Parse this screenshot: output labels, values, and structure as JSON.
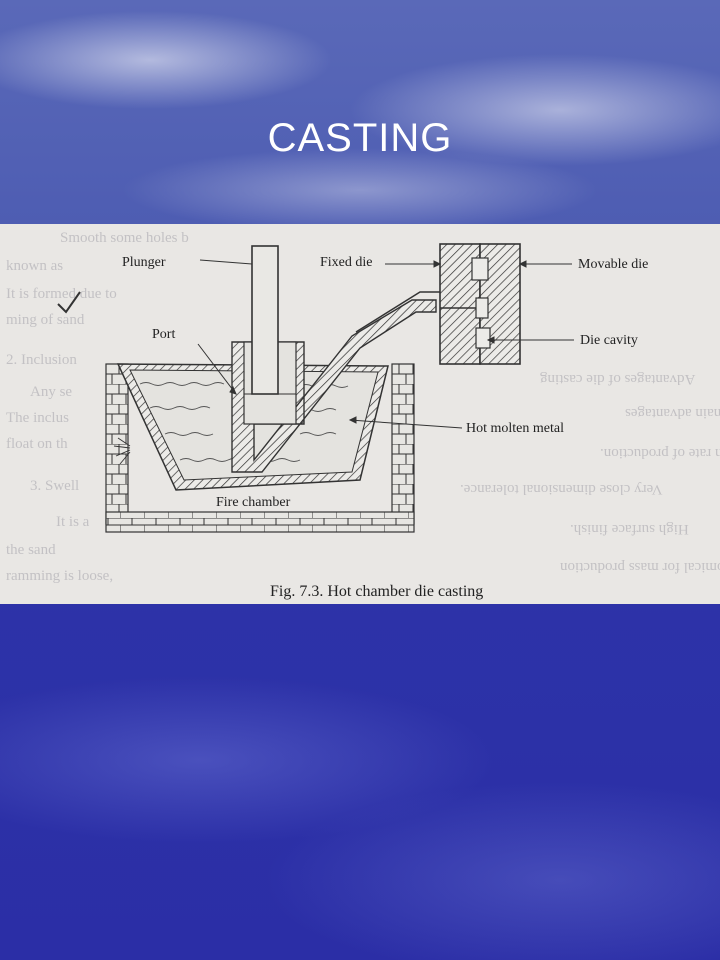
{
  "slide": {
    "title": "CASTING"
  },
  "figure": {
    "caption": "Fig. 7.3. Hot chamber die casting",
    "labels": {
      "plunger": "Plunger",
      "fixed_die": "Fixed die",
      "movable_die": "Movable die",
      "port": "Port",
      "die_cavity": "Die cavity",
      "hot_molten_metal": "Hot molten metal",
      "fire_chamber": "Fire chamber"
    },
    "bleed_through_text": [
      "Smooth some holes b",
      "known as",
      "It is formed due to",
      "ming of sand",
      "2. Inclusion",
      "Any se",
      "The inclus",
      "float on th",
      "3. Swell",
      "It is a",
      "the sand",
      "ramming is loose,",
      "Advantages of die casting",
      "The following are the main advantages",
      "Very high rate of production.",
      "Very close dimensional tolerance.",
      "High surface finish.",
      "Highly economical for mass production"
    ]
  }
}
